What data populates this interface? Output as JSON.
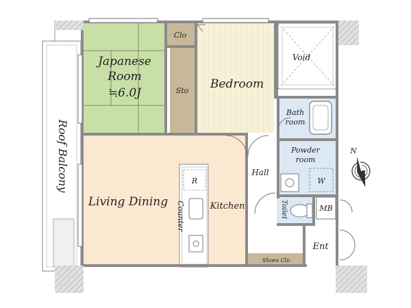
{
  "rooms": {
    "japanese_line1": "Japanese",
    "japanese_line2": "Room",
    "japanese_size": "≒6.0J",
    "closet": "Clo",
    "storage": "Sto",
    "bedroom": "Bedroom",
    "void": "Void",
    "bath_line1": "Bath",
    "bath_line2": "room",
    "powder_line1": "Powder",
    "powder_line2": "room",
    "washer": "W",
    "hall": "Hall",
    "living_dining": "Living Dining",
    "kitchen": "Kitchen",
    "counter": "Counter",
    "refrigerator": "R",
    "toilet": "Toilet",
    "meter_box": "MB",
    "entrance": "Ent",
    "shoes_closet": "Shoes Clo",
    "roof_balcony": "Roof Balcony"
  },
  "compass": {
    "north": "N"
  },
  "colors": {
    "wall": "#8a8a8a",
    "tatami": "#c8e0a8",
    "storage": "#c8b89a",
    "bedroom": "#f7f1d8",
    "living": "#fbe8d0",
    "wet_area": "#dce9f5",
    "hall": "#ffffff"
  }
}
